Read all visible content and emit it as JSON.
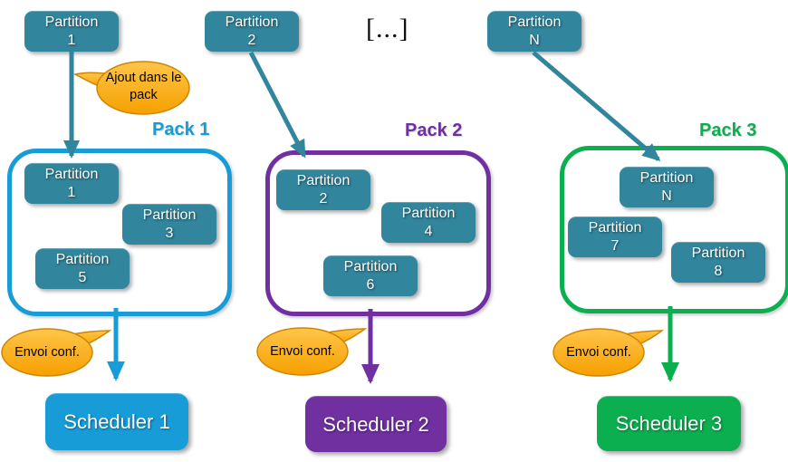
{
  "top_row": {
    "partitions": [
      {
        "name": "Partition",
        "num": "1"
      },
      {
        "name": "Partition",
        "num": "2"
      },
      {
        "name": "Partition",
        "num": "N"
      }
    ],
    "ellipsis": "[...]"
  },
  "callouts": {
    "ajout": {
      "text": "Ajout dans le pack"
    },
    "envoi": [
      {
        "text": "Envoi conf."
      },
      {
        "text": "Envoi conf."
      },
      {
        "text": "Envoi conf."
      }
    ]
  },
  "packs": [
    {
      "label": "Pack 1",
      "color": "#189cd8",
      "partitions": [
        {
          "name": "Partition",
          "num": "1"
        },
        {
          "name": "Partition",
          "num": "3"
        },
        {
          "name": "Partition",
          "num": "5"
        }
      ]
    },
    {
      "label": "Pack 2",
      "color": "#7030a0",
      "partitions": [
        {
          "name": "Partition",
          "num": "2"
        },
        {
          "name": "Partition",
          "num": "4"
        },
        {
          "name": "Partition",
          "num": "6"
        }
      ]
    },
    {
      "label": "Pack 3",
      "color": "#0caf50",
      "partitions": [
        {
          "name": "Partition",
          "num": "N"
        },
        {
          "name": "Partition",
          "num": "7"
        },
        {
          "name": "Partition",
          "num": "8"
        }
      ]
    }
  ],
  "schedulers": [
    {
      "label": "Scheduler 1",
      "color": "#189cd8"
    },
    {
      "label": "Scheduler 2",
      "color": "#7030a0"
    },
    {
      "label": "Scheduler 3",
      "color": "#0caf50"
    }
  ],
  "colors": {
    "partition_teal": "#31859c",
    "arrow_teal": "#31859c",
    "callout_fill_top": "#ffc54a",
    "callout_fill_bottom": "#f6a000",
    "callout_border": "#d08500"
  }
}
